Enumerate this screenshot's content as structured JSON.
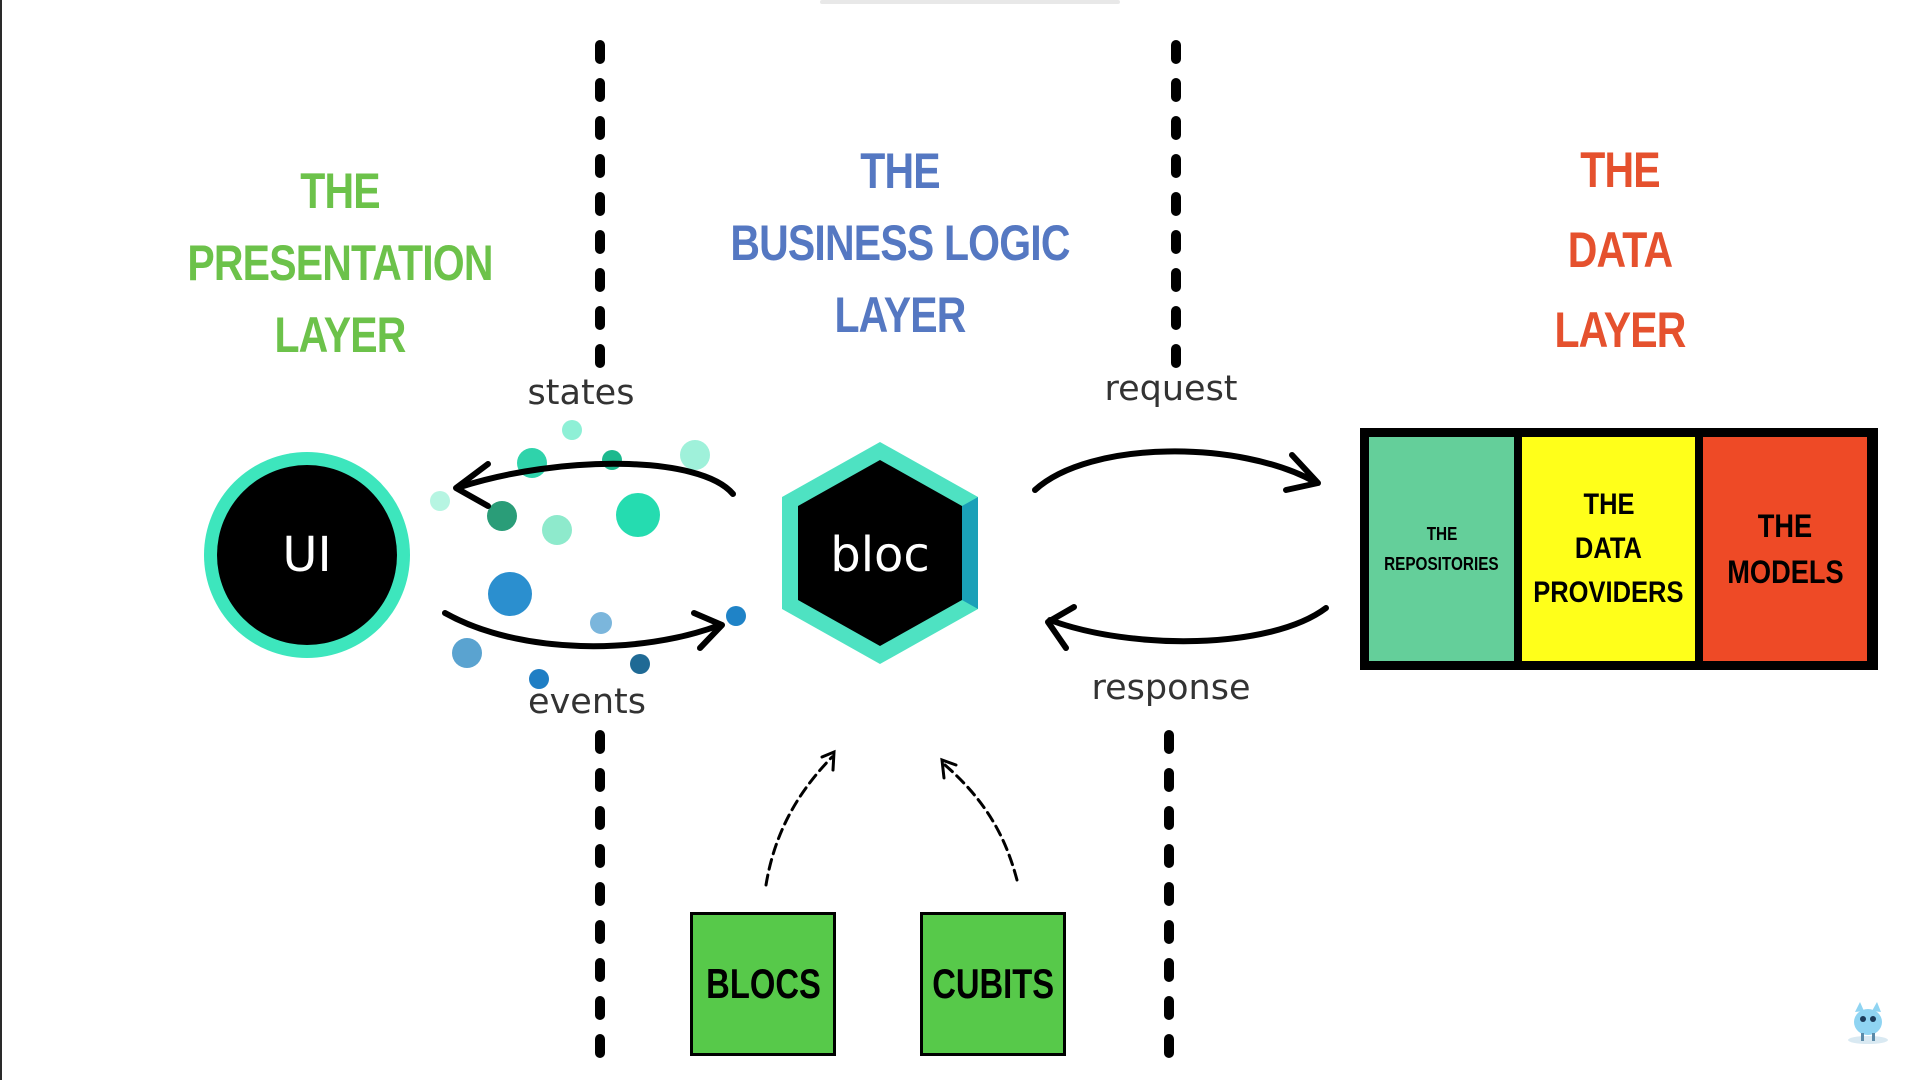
{
  "layers": {
    "presentation": {
      "lines": [
        "THE",
        "PRESENTATION",
        "LAYER"
      ],
      "color": "#6cc24a"
    },
    "business": {
      "lines": [
        "THE",
        "BUSINESS LOGIC",
        "LAYER"
      ],
      "color": "#5578c2"
    },
    "data": {
      "lines": [
        "THE",
        "DATA",
        "LAYER"
      ],
      "color": "#e5512e"
    }
  },
  "nodes": {
    "ui": "UI",
    "bloc": "bloc"
  },
  "flows": {
    "states": "states",
    "events": "events",
    "request": "request",
    "response": "response"
  },
  "data_layer": {
    "repositories": [
      "THE",
      "REPOSITORIES"
    ],
    "providers": [
      "THE",
      "DATA",
      "PROVIDERS"
    ],
    "models": [
      "THE",
      "MODELS"
    ],
    "colors": {
      "repositories": "#64cf9a",
      "providers": "#ffff1a",
      "models": "#ee4a26"
    }
  },
  "sources": {
    "blocs": "BLOCS",
    "cubits": "CUBITS"
  },
  "icons": {
    "mascot": "mascot-icon",
    "arrows": "double-arrow-icon"
  }
}
